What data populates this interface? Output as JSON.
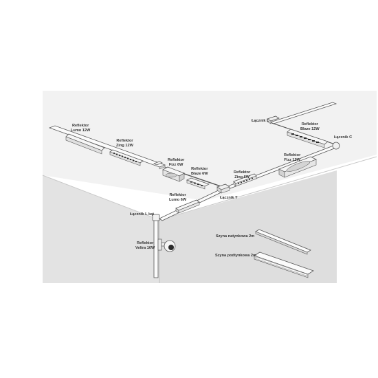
{
  "colors": {
    "ceiling": "#f2f2f2",
    "wall_left": "#e3e3e3",
    "wall_right": "#dedede",
    "track": "#fbfbfb",
    "outline": "#555555",
    "lens": "#2a2a2a"
  },
  "labels": {
    "lacznik_l": "Łącznik L",
    "reflektor_blaze_12w": [
      "Reflektor",
      "Blaze 12W"
    ],
    "lacznik_c": "Łącznik C",
    "reflektor_lumo_12w": [
      "Reflektor",
      "Lumo 12W"
    ],
    "reflektor_zing_12w": [
      "Reflektor",
      "Zing 12W"
    ],
    "reflektor_fizz_12w": [
      "Reflektor",
      "Fizz 12W"
    ],
    "reflektor_fizz_6w": [
      "Reflektor",
      "Fizz 6W"
    ],
    "reflektor_blaze_6w": [
      "Reflektor",
      "Blaze 6W"
    ],
    "reflektor_zing_6w": [
      "Reflektor",
      "Zing 6W"
    ],
    "reflektor_lumo_6w": [
      "Reflektor",
      "Lumo 6W"
    ],
    "lacznik_t": "Łącznik T",
    "lacznik_l_kat": "Łącznik L kąt",
    "reflektor_veltra_10w": [
      "Reflektor",
      "Veltra 10W"
    ],
    "szyna_natynkowa": "Szyna natynkowa 2m",
    "szyna_podtynkowa": "Szyna podtynkowa 2m"
  }
}
